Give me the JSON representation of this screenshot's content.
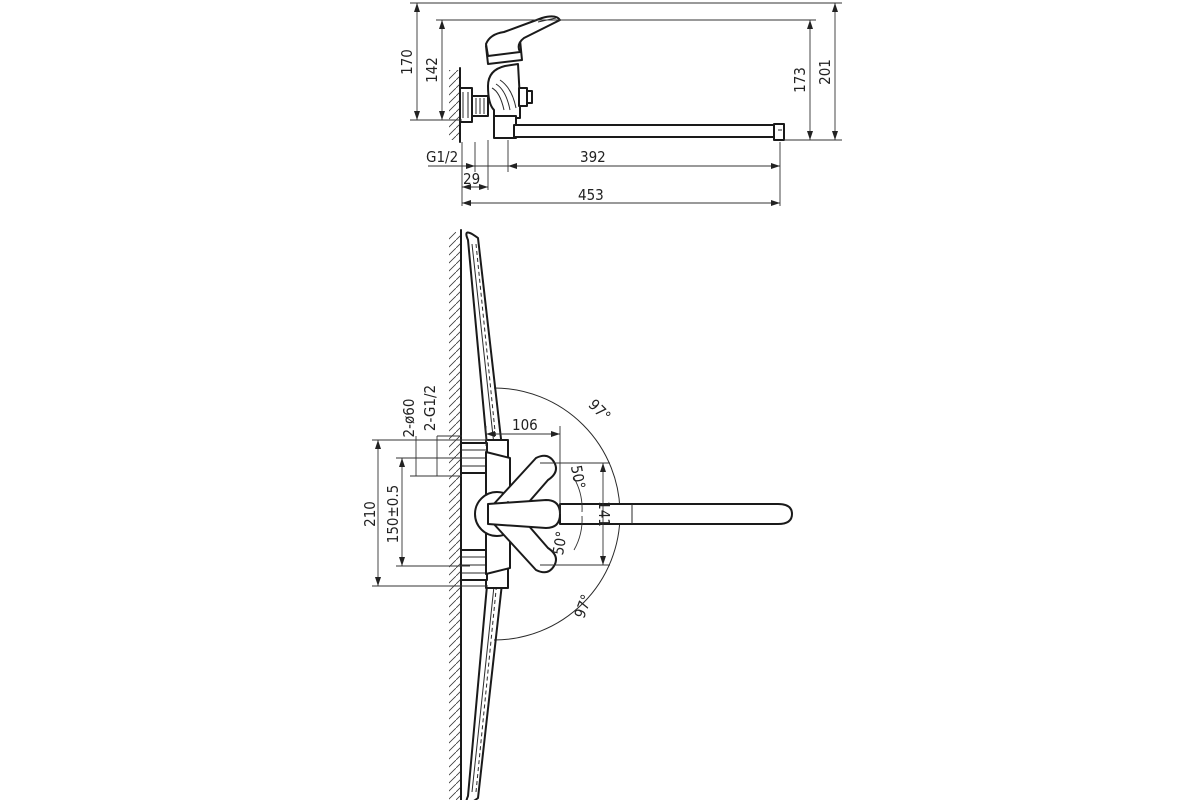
{
  "side_view": {
    "dim_170": "170",
    "dim_142": "142",
    "dim_173": "173",
    "dim_201": "201",
    "dim_g12": "G1/2",
    "dim_392": "392",
    "dim_29": "29",
    "dim_453": "453"
  },
  "top_view": {
    "dim_2x60": "2-ø60",
    "dim_2g12": "2-G1/2",
    "dim_210": "210",
    "dim_150": "150±0.5",
    "dim_106": "106",
    "dim_141": "141",
    "angle_97_upper": "97°",
    "angle_50_upper": "50°",
    "angle_50_lower": "50°",
    "angle_97_lower": "97°"
  },
  "colors": {
    "line": "#1a1a1a",
    "background": "#ffffff"
  }
}
